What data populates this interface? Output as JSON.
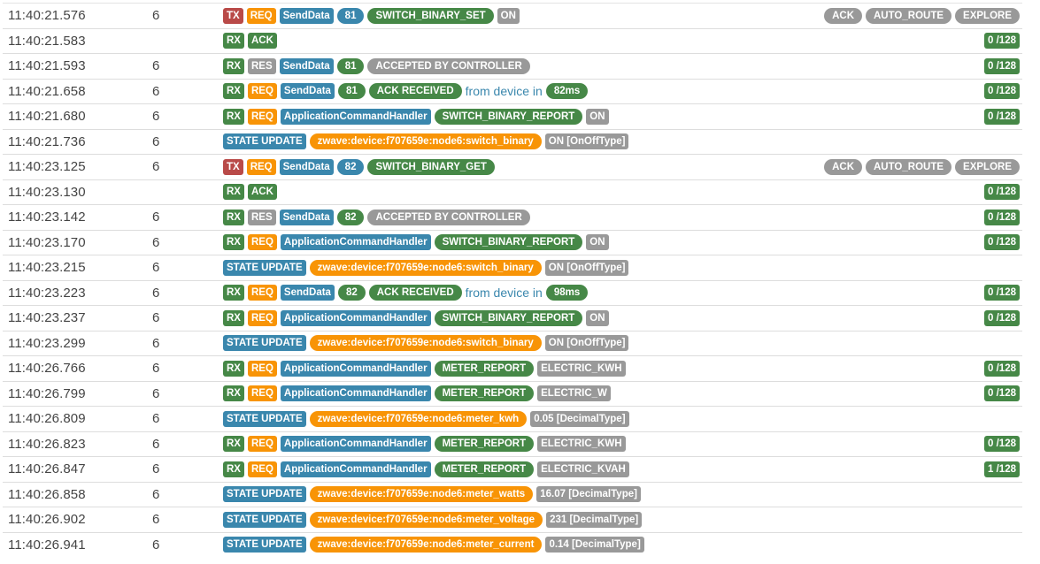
{
  "colors": {
    "tx": "#b94a48",
    "req": "#f89406",
    "blue": "#3a87ad",
    "green": "#468847",
    "grey": "#999999"
  },
  "rows": [
    {
      "time": "11:40:21.576",
      "node": "6",
      "tags": [
        {
          "t": "TX",
          "c": "red"
        },
        {
          "t": "REQ",
          "c": "orange"
        },
        {
          "t": "SendData",
          "c": "blue"
        },
        {
          "t": "81",
          "c": "blue",
          "p": 1
        },
        {
          "t": "SWITCH_BINARY_SET",
          "c": "green",
          "p": 1
        },
        {
          "t": "ON",
          "c": "grey"
        }
      ],
      "right": [
        {
          "t": "ACK",
          "c": "grey",
          "p": 1
        },
        {
          "t": "AUTO_ROUTE",
          "c": "grey",
          "p": 1
        },
        {
          "t": "EXPLORE",
          "c": "grey",
          "p": 1
        }
      ]
    },
    {
      "time": "11:40:21.583",
      "node": "",
      "tags": [
        {
          "t": "RX",
          "c": "green"
        },
        {
          "t": "ACK",
          "c": "green"
        }
      ],
      "right": [
        {
          "t": "0 /128",
          "c": "green"
        }
      ]
    },
    {
      "time": "11:40:21.593",
      "node": "6",
      "tags": [
        {
          "t": "RX",
          "c": "green"
        },
        {
          "t": "RES",
          "c": "grey"
        },
        {
          "t": "SendData",
          "c": "blue"
        },
        {
          "t": "81",
          "c": "green",
          "p": 1
        },
        {
          "t": "ACCEPTED BY CONTROLLER",
          "c": "grey",
          "p": 1
        }
      ],
      "right": [
        {
          "t": "0 /128",
          "c": "green"
        }
      ]
    },
    {
      "time": "11:40:21.658",
      "node": "6",
      "tags": [
        {
          "t": "RX",
          "c": "green"
        },
        {
          "t": "REQ",
          "c": "orange"
        },
        {
          "t": "SendData",
          "c": "blue"
        },
        {
          "t": "81",
          "c": "green",
          "p": 1
        },
        {
          "t": "ACK RECEIVED",
          "c": "green",
          "p": 1
        },
        {
          "t": "from device in",
          "c": "text"
        },
        {
          "t": "82ms",
          "c": "green",
          "p": 1
        }
      ],
      "right": [
        {
          "t": "0 /128",
          "c": "green"
        }
      ]
    },
    {
      "time": "11:40:21.680",
      "node": "6",
      "tags": [
        {
          "t": "RX",
          "c": "green"
        },
        {
          "t": "REQ",
          "c": "orange"
        },
        {
          "t": "ApplicationCommandHandler",
          "c": "blue"
        },
        {
          "t": "SWITCH_BINARY_REPORT",
          "c": "green",
          "p": 1
        },
        {
          "t": "ON",
          "c": "grey"
        }
      ],
      "right": [
        {
          "t": "0 /128",
          "c": "green"
        }
      ]
    },
    {
      "time": "11:40:21.736",
      "node": "6",
      "tags": [
        {
          "t": "STATE UPDATE",
          "c": "blue"
        },
        {
          "t": "zwave:device:f707659e:node6:switch_binary",
          "c": "orange",
          "p": 1
        },
        {
          "t": "ON [OnOffType]",
          "c": "grey"
        }
      ],
      "right": []
    },
    {
      "time": "11:40:23.125",
      "node": "6",
      "tags": [
        {
          "t": "TX",
          "c": "red"
        },
        {
          "t": "REQ",
          "c": "orange"
        },
        {
          "t": "SendData",
          "c": "blue"
        },
        {
          "t": "82",
          "c": "blue",
          "p": 1
        },
        {
          "t": "SWITCH_BINARY_GET",
          "c": "green",
          "p": 1
        }
      ],
      "right": [
        {
          "t": "ACK",
          "c": "grey",
          "p": 1
        },
        {
          "t": "AUTO_ROUTE",
          "c": "grey",
          "p": 1
        },
        {
          "t": "EXPLORE",
          "c": "grey",
          "p": 1
        }
      ]
    },
    {
      "time": "11:40:23.130",
      "node": "",
      "tags": [
        {
          "t": "RX",
          "c": "green"
        },
        {
          "t": "ACK",
          "c": "green"
        }
      ],
      "right": [
        {
          "t": "0 /128",
          "c": "green"
        }
      ]
    },
    {
      "time": "11:40:23.142",
      "node": "6",
      "tags": [
        {
          "t": "RX",
          "c": "green"
        },
        {
          "t": "RES",
          "c": "grey"
        },
        {
          "t": "SendData",
          "c": "blue"
        },
        {
          "t": "82",
          "c": "green",
          "p": 1
        },
        {
          "t": "ACCEPTED BY CONTROLLER",
          "c": "grey",
          "p": 1
        }
      ],
      "right": [
        {
          "t": "0 /128",
          "c": "green"
        }
      ]
    },
    {
      "time": "11:40:23.170",
      "node": "6",
      "tags": [
        {
          "t": "RX",
          "c": "green"
        },
        {
          "t": "REQ",
          "c": "orange"
        },
        {
          "t": "ApplicationCommandHandler",
          "c": "blue"
        },
        {
          "t": "SWITCH_BINARY_REPORT",
          "c": "green",
          "p": 1
        },
        {
          "t": "ON",
          "c": "grey"
        }
      ],
      "right": [
        {
          "t": "0 /128",
          "c": "green"
        }
      ]
    },
    {
      "time": "11:40:23.215",
      "node": "6",
      "tags": [
        {
          "t": "STATE UPDATE",
          "c": "blue"
        },
        {
          "t": "zwave:device:f707659e:node6:switch_binary",
          "c": "orange",
          "p": 1
        },
        {
          "t": "ON [OnOffType]",
          "c": "grey"
        }
      ],
      "right": []
    },
    {
      "time": "11:40:23.223",
      "node": "6",
      "tags": [
        {
          "t": "RX",
          "c": "green"
        },
        {
          "t": "REQ",
          "c": "orange"
        },
        {
          "t": "SendData",
          "c": "blue"
        },
        {
          "t": "82",
          "c": "green",
          "p": 1
        },
        {
          "t": "ACK RECEIVED",
          "c": "green",
          "p": 1
        },
        {
          "t": "from device in",
          "c": "text"
        },
        {
          "t": "98ms",
          "c": "green",
          "p": 1
        }
      ],
      "right": [
        {
          "t": "0 /128",
          "c": "green"
        }
      ]
    },
    {
      "time": "11:40:23.237",
      "node": "6",
      "tags": [
        {
          "t": "RX",
          "c": "green"
        },
        {
          "t": "REQ",
          "c": "orange"
        },
        {
          "t": "ApplicationCommandHandler",
          "c": "blue"
        },
        {
          "t": "SWITCH_BINARY_REPORT",
          "c": "green",
          "p": 1
        },
        {
          "t": "ON",
          "c": "grey"
        }
      ],
      "right": [
        {
          "t": "0 /128",
          "c": "green"
        }
      ]
    },
    {
      "time": "11:40:23.299",
      "node": "6",
      "tags": [
        {
          "t": "STATE UPDATE",
          "c": "blue"
        },
        {
          "t": "zwave:device:f707659e:node6:switch_binary",
          "c": "orange",
          "p": 1
        },
        {
          "t": "ON [OnOffType]",
          "c": "grey"
        }
      ],
      "right": []
    },
    {
      "time": "11:40:26.766",
      "node": "6",
      "tags": [
        {
          "t": "RX",
          "c": "green"
        },
        {
          "t": "REQ",
          "c": "orange"
        },
        {
          "t": "ApplicationCommandHandler",
          "c": "blue"
        },
        {
          "t": "METER_REPORT",
          "c": "green",
          "p": 1
        },
        {
          "t": "ELECTRIC_KWH",
          "c": "grey"
        }
      ],
      "right": [
        {
          "t": "0 /128",
          "c": "green"
        }
      ]
    },
    {
      "time": "11:40:26.799",
      "node": "6",
      "tags": [
        {
          "t": "RX",
          "c": "green"
        },
        {
          "t": "REQ",
          "c": "orange"
        },
        {
          "t": "ApplicationCommandHandler",
          "c": "blue"
        },
        {
          "t": "METER_REPORT",
          "c": "green",
          "p": 1
        },
        {
          "t": "ELECTRIC_W",
          "c": "grey"
        }
      ],
      "right": [
        {
          "t": "0 /128",
          "c": "green"
        }
      ]
    },
    {
      "time": "11:40:26.809",
      "node": "6",
      "tags": [
        {
          "t": "STATE UPDATE",
          "c": "blue"
        },
        {
          "t": "zwave:device:f707659e:node6:meter_kwh",
          "c": "orange",
          "p": 1
        },
        {
          "t": "0.05 [DecimalType]",
          "c": "grey"
        }
      ],
      "right": []
    },
    {
      "time": "11:40:26.823",
      "node": "6",
      "tags": [
        {
          "t": "RX",
          "c": "green"
        },
        {
          "t": "REQ",
          "c": "orange"
        },
        {
          "t": "ApplicationCommandHandler",
          "c": "blue"
        },
        {
          "t": "METER_REPORT",
          "c": "green",
          "p": 1
        },
        {
          "t": "ELECTRIC_KWH",
          "c": "grey"
        }
      ],
      "right": [
        {
          "t": "0 /128",
          "c": "green"
        }
      ]
    },
    {
      "time": "11:40:26.847",
      "node": "6",
      "tags": [
        {
          "t": "RX",
          "c": "green"
        },
        {
          "t": "REQ",
          "c": "orange"
        },
        {
          "t": "ApplicationCommandHandler",
          "c": "blue"
        },
        {
          "t": "METER_REPORT",
          "c": "green",
          "p": 1
        },
        {
          "t": "ELECTRIC_KVAH",
          "c": "grey"
        }
      ],
      "right": [
        {
          "t": "1 /128",
          "c": "green"
        }
      ]
    },
    {
      "time": "11:40:26.858",
      "node": "6",
      "tags": [
        {
          "t": "STATE UPDATE",
          "c": "blue"
        },
        {
          "t": "zwave:device:f707659e:node6:meter_watts",
          "c": "orange",
          "p": 1
        },
        {
          "t": "16.07 [DecimalType]",
          "c": "grey"
        }
      ],
      "right": []
    },
    {
      "time": "11:40:26.902",
      "node": "6",
      "tags": [
        {
          "t": "STATE UPDATE",
          "c": "blue"
        },
        {
          "t": "zwave:device:f707659e:node6:meter_voltage",
          "c": "orange",
          "p": 1
        },
        {
          "t": "231 [DecimalType]",
          "c": "grey"
        }
      ],
      "right": []
    },
    {
      "time": "11:40:26.941",
      "node": "6",
      "tags": [
        {
          "t": "STATE UPDATE",
          "c": "blue"
        },
        {
          "t": "zwave:device:f707659e:node6:meter_current",
          "c": "orange",
          "p": 1
        },
        {
          "t": "0.14 [DecimalType]",
          "c": "grey"
        }
      ],
      "right": []
    }
  ]
}
